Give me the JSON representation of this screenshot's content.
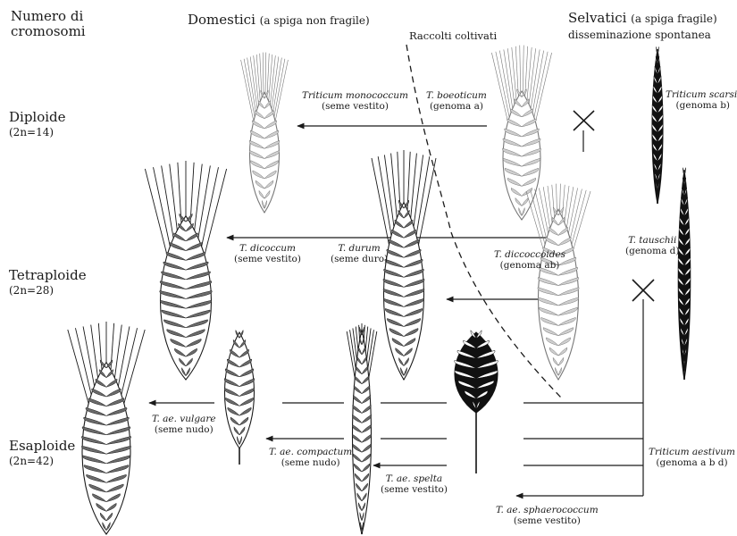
{
  "headers": {
    "chromosomes": "Numero di\ncromosomi",
    "domestic": "Domestici",
    "domestic_note": "(a spiga non fragile)",
    "harvested": "Raccolti coltivati",
    "wild": "Selvatici",
    "wild_note": "(a spiga fragile)",
    "wild_note2": "disseminazione spontanea"
  },
  "ploidy": {
    "diploid": "Diploide",
    "diploid_n": "(2n=14)",
    "tetraploid": "Tetraploide",
    "tetraploid_n": "(2n=28)",
    "hexaploid": "Esaploide",
    "hexaploid_n": "(2n=42)"
  },
  "species": {
    "monococcum_name": "Triticum monococcum",
    "monococcum_note": "(seme vestito)",
    "boeoticum_name": "T. boeoticum",
    "boeoticum_note": "(genoma a)",
    "scarsii_name": "Triticum scarsii",
    "scarsii_note": "(genoma b)",
    "dicoccum_name": "T. dicoccum",
    "dicoccum_note": "(seme vestito)",
    "durum_name": "T. durum",
    "durum_note": "(seme duro)",
    "dicoccoides_name": "T. diccoccoides",
    "dicoccoides_note": "(genoma ab)",
    "tauschii_name": "T. tauschii",
    "tauschii_note": "(genoma d)",
    "vulgare_name": "T. ae. vulgare",
    "vulgare_note": "(seme nudo)",
    "compactum_name": "T. ae. compactum",
    "compactum_note": "(seme nudo)",
    "spelta_name": "T. ae. spelta",
    "spelta_note": "(seme vestito)",
    "aestivum_name": "Triticum aestivum",
    "aestivum_note": "(genoma a b d)",
    "sphaerococcum_name": "T. ae. sphaerococcum",
    "sphaerococcum_note": "(seme vestito)"
  },
  "symbols": {
    "cross": "×"
  },
  "colors": {
    "ink": "#1a1a1a",
    "light_spike": "#777777",
    "dark_spike": "#111111"
  }
}
